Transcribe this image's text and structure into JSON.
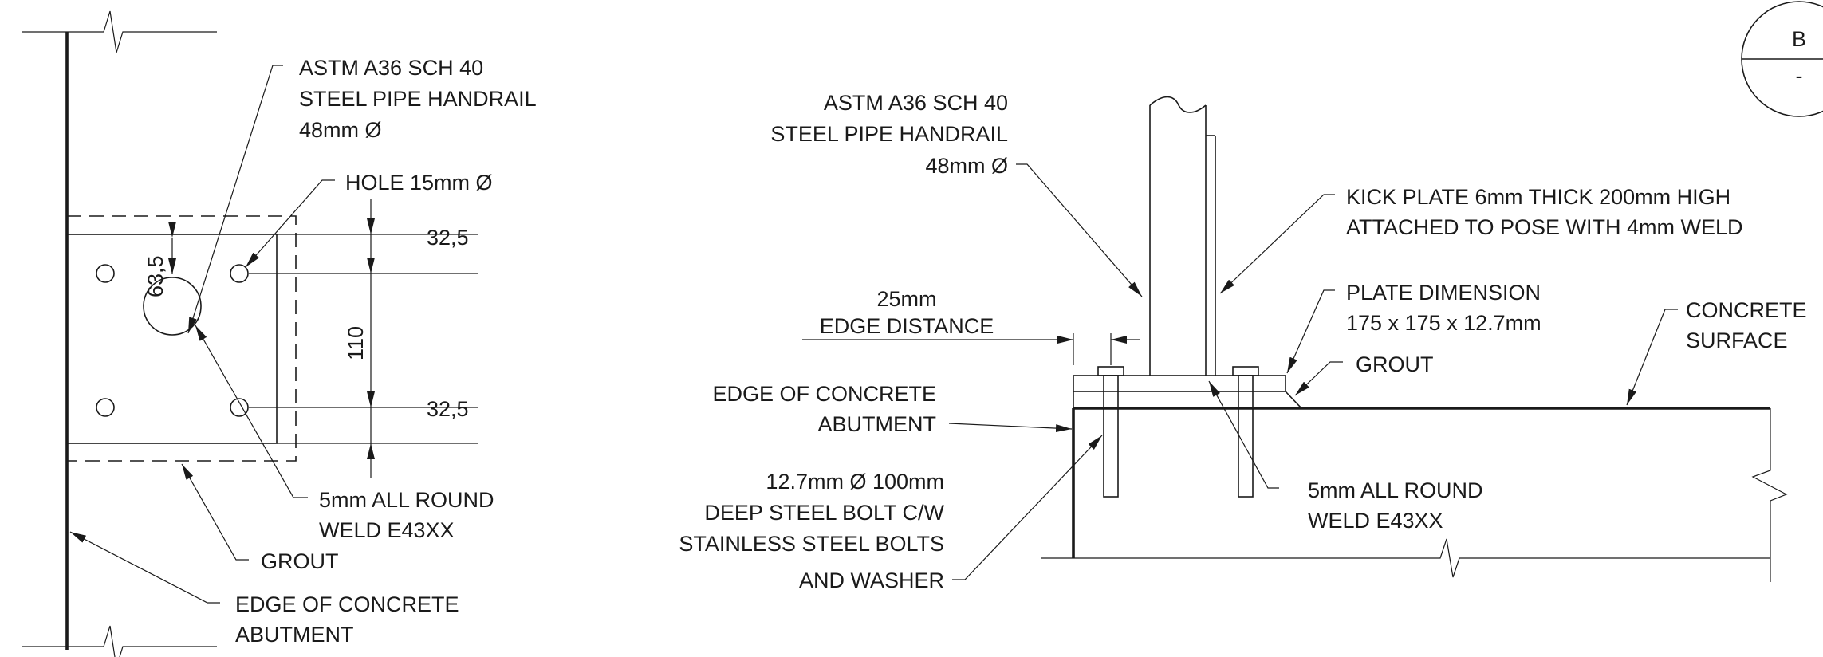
{
  "plan": {
    "label_handrail": [
      "ASTM A36 SCH 40",
      "STEEL PIPE HANDRAIL",
      "48mm Ø"
    ],
    "label_hole": "HOLE 15mm Ø",
    "dim_top": "32,5",
    "dim_middle": "110",
    "dim_bottom": "32,5",
    "dim_hole_to_center": "63,5",
    "label_weld": [
      "5mm ALL ROUND",
      "WELD E43XX"
    ],
    "label_grout": "GROUT",
    "label_edge": [
      "EDGE OF CONCRETE",
      "ABUTMENT"
    ]
  },
  "section": {
    "label_handrail": [
      "ASTM A36 SCH 40",
      "STEEL PIPE HANDRAIL",
      "48mm Ø"
    ],
    "label_kick_plate": [
      "KICK PLATE 6mm THICK 200mm HIGH",
      "ATTACHED TO POSE WITH 4mm WELD"
    ],
    "label_edge_distance": [
      "25mm",
      "EDGE DISTANCE"
    ],
    "label_plate": [
      "PLATE DIMENSION",
      "175 x 175 x 12.7mm"
    ],
    "label_grout": "GROUT",
    "label_concrete": [
      "CONCRETE",
      "SURFACE"
    ],
    "label_edge": [
      "EDGE OF CONCRETE",
      "ABUTMENT"
    ],
    "label_bolt": [
      "12.7mm Ø 100mm",
      "DEEP STEEL BOLT C/W",
      "STAINLESS STEEL BOLTS",
      "AND WASHER"
    ],
    "label_weld": [
      "5mm ALL ROUND",
      "WELD E43XX"
    ]
  },
  "callout": {
    "letter": "B",
    "sheet": "-"
  }
}
